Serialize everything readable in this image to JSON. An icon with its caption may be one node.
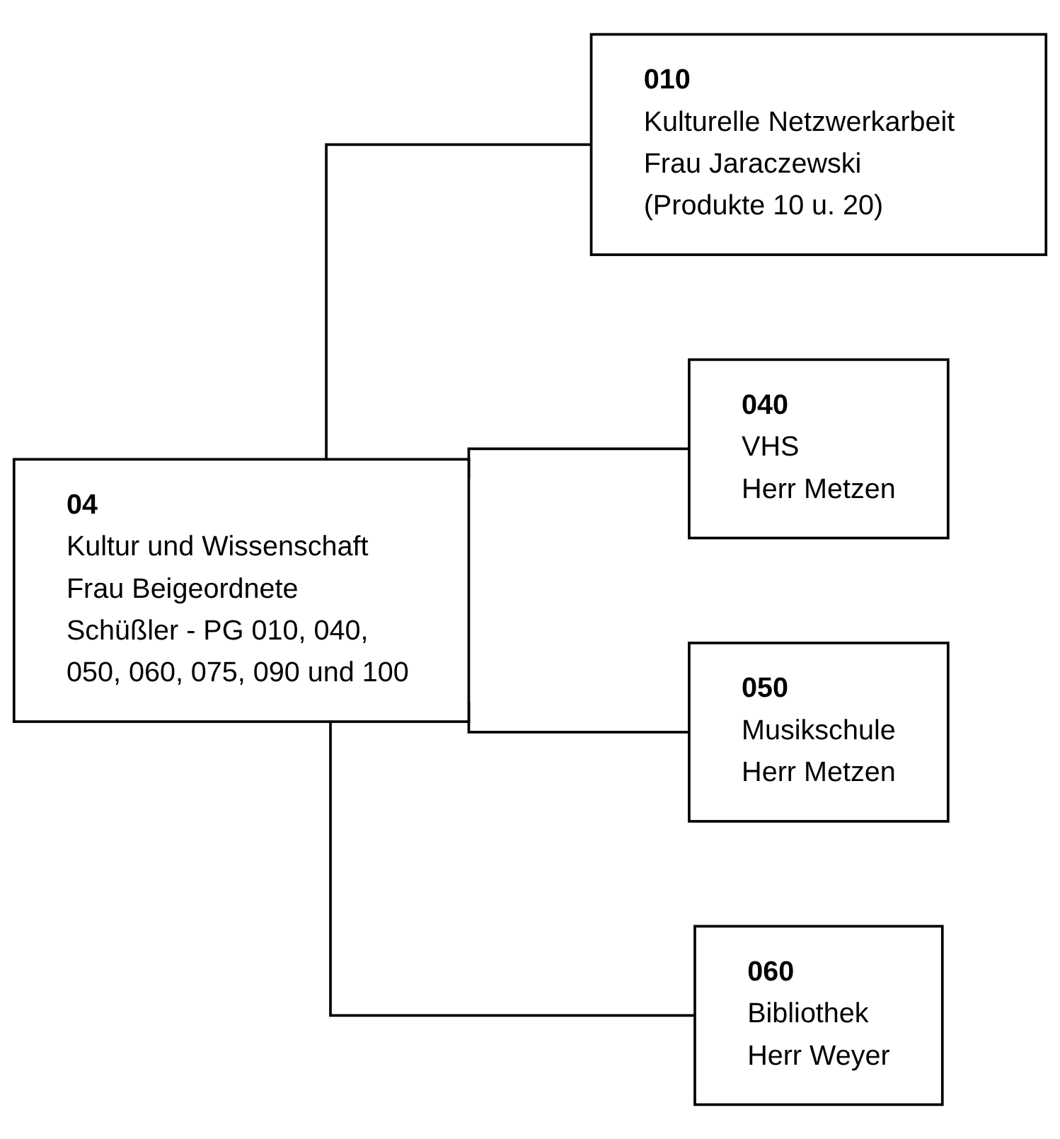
{
  "diagram": {
    "nodes": [
      {
        "text": [
          "04",
          "Kultur und Wissenschaft",
          "Frau Beigeordnete Schüßler - PG 010, 040, 050, 060, 075, 090 und 100"
        ]
      },
      {
        "text": [
          "010",
          "Kulturelle Netzwerkarbeit",
          "Frau Jaraczewski (Produkte 10 u. 20)"
        ]
      },
      {
        "text": [
          "040",
          "VHS",
          "Herr Metzen"
        ]
      },
      {
        "text": [
          "050",
          "Musikschule",
          "Herr Metzen"
        ]
      },
      {
        "text": [
          "060",
          "Bibliothek",
          "Herr Weyer"
        ]
      }
    ],
    "edges": [
      {
        "from": 0,
        "to": 1,
        "arrow": "none"
      },
      {
        "from": 0,
        "to": 2,
        "arrow": "none"
      },
      {
        "from": 0,
        "to": 3,
        "arrow": "none"
      },
      {
        "from": 0,
        "to": 4,
        "arrow": "none"
      }
    ]
  }
}
